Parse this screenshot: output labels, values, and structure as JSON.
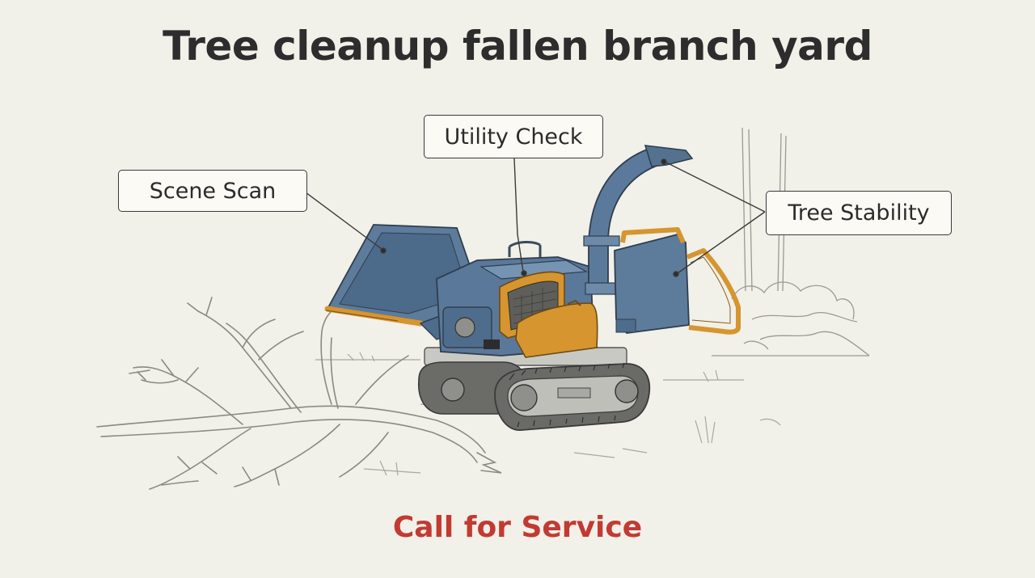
{
  "title": "Tree cleanup fallen branch yard",
  "callouts": {
    "scene_scan": "Scene Scan",
    "utility_check": "Utility Check",
    "tree_stability": "Tree Stability"
  },
  "cta": "Call for Service",
  "colors": {
    "background": "#f1f0e9",
    "machine_blue": "#5e7c9c",
    "machine_orange": "#d6952f",
    "cta_red": "#c23a32",
    "ink": "#2d2d2d"
  }
}
